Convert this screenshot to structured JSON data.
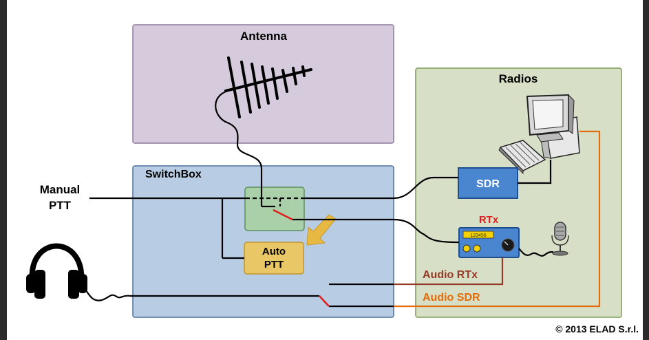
{
  "diagram": {
    "antenna_label": "Antenna",
    "radios_label": "Radios",
    "switchbox_label": "SwitchBox",
    "manual_ptt_line1": "Manual",
    "manual_ptt_line2": "PTT",
    "sdr_label": "SDR",
    "rtx_label": "RTx",
    "rtx_display": "123456",
    "auto_ptt_line1": "Auto",
    "auto_ptt_line2": "PTT",
    "audio_rtx_label": "Audio RTx",
    "audio_sdr_label": "Audio SDR",
    "copyright": "© 2013 ELAD S.r.l."
  },
  "colors": {
    "background": "#ffffff",
    "antenna_box": "#d6cbdc",
    "radios_box": "#d7dfc7",
    "switchbox_box": "#b8cce4",
    "relay_box": "#a9d0a8",
    "auto_ptt_box": "#e9c766",
    "sdr_box": "#4a86d0",
    "rtx_accent": "#e0201c",
    "audio_rtx_line": "#943b26",
    "audio_sdr_line": "#e36c09",
    "arrow": "#e7b842"
  }
}
